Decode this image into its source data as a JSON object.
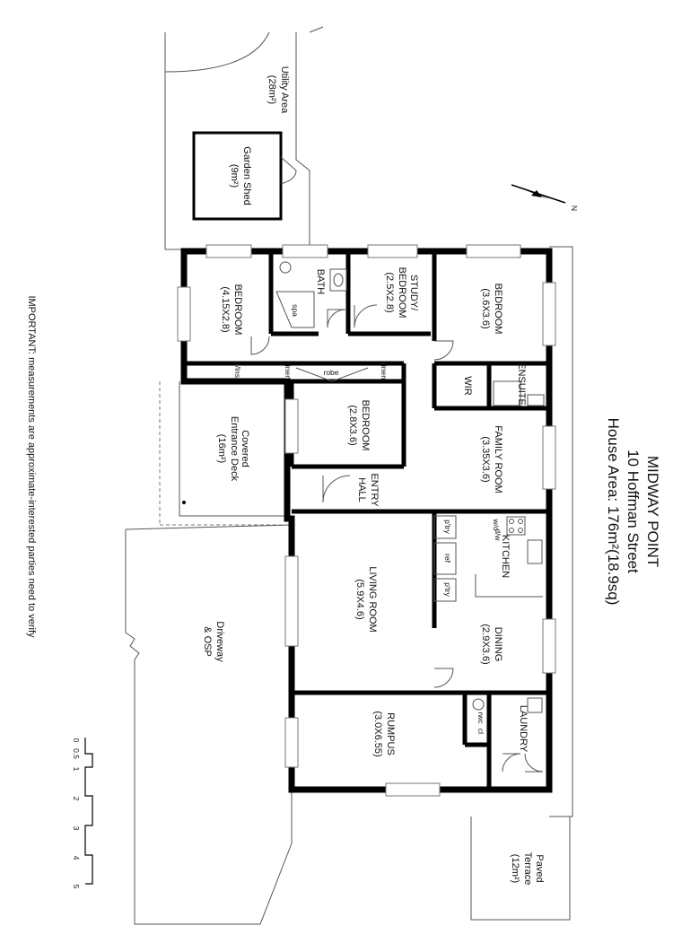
{
  "title": {
    "line1": "MIDWAY POINT",
    "line2": "10 Hoffman Street",
    "line3": "House Area: 176m²(18.9sq)"
  },
  "disclaimer": "IMPORTANT: measurements are approximate-interested parties need to verify",
  "compass": {
    "north_label": "N"
  },
  "scale": {
    "ticks": [
      "0",
      "0.5",
      "1",
      "2",
      "3",
      "4",
      "5"
    ]
  },
  "outdoor": {
    "utility": {
      "name": "Utility Area",
      "area": "(28m²)"
    },
    "shed": {
      "name": "Garden Shed",
      "area": "(9m²)"
    },
    "deck": {
      "name1": "Covered",
      "name2": "Entrance Deck",
      "area": "(16m²)"
    },
    "driveway": {
      "name1": "Driveway",
      "name2": "& OSP"
    },
    "terrace": {
      "name1": "Paved",
      "name2": "Terrace",
      "area": "(12m²)"
    }
  },
  "rooms": {
    "bedroom1": {
      "name": "BEDROOM",
      "dims": "(4.15X2.8)"
    },
    "bath": {
      "name": "BATH",
      "fixture": "spa"
    },
    "study": {
      "name1": "STUDY/",
      "name2": "BEDROOM",
      "dims": "(2.5X2.8)"
    },
    "bedroom_master": {
      "name": "BEDROOM",
      "dims": "(3.6X3.6)"
    },
    "ensuite": {
      "name": "ENSUITE"
    },
    "wir": {
      "name": "WIR"
    },
    "bedroom3": {
      "name": "BEDROOM",
      "dims": "(2.8X3.6)"
    },
    "family": {
      "name": "FAMILY ROOM",
      "dims": "(3.35X3.6)"
    },
    "entry": {
      "name1": "ENTRY",
      "name2": "HALL"
    },
    "living": {
      "name": "LIVING ROOM",
      "dims": "(5.9X4.6)"
    },
    "kitchen": {
      "name": "KITCHEN"
    },
    "dining": {
      "name": "DINING",
      "dims": "(2.9X3.6)"
    },
    "rumpus": {
      "name": "RUMPUS",
      "dims": "(3.0X6.55)"
    },
    "laundry": {
      "name": "LAUNDRY"
    }
  },
  "fixtures": {
    "blns": "b/lns",
    "linen1": "linen",
    "robe": "robe",
    "linen2": "linen",
    "wo": "w/o",
    "dw": "d/w",
    "ptry1": "p'try",
    "ref": "ref",
    "ptry2": "p'try",
    "wc": "rwc",
    "cl": "cl"
  }
}
